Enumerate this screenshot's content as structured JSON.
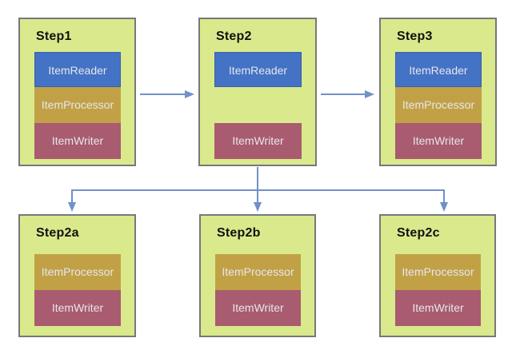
{
  "diagram": {
    "type": "flowchart",
    "steps": [
      {
        "label": "Step1",
        "reader": "ItemReader",
        "processor": "ItemProcessor",
        "writer": "ItemWriter"
      },
      {
        "label": "Step2",
        "reader": "ItemReader",
        "writer": "ItemWriter"
      },
      {
        "label": "Step3",
        "reader": "ItemReader",
        "processor": "ItemProcessor",
        "writer": "ItemWriter"
      },
      {
        "label": "Step2a",
        "processor": "ItemProcessor",
        "writer": "ItemWriter"
      },
      {
        "label": "Step2b",
        "processor": "ItemProcessor",
        "writer": "ItemWriter"
      },
      {
        "label": "Step2c",
        "processor": "ItemProcessor",
        "writer": "ItemWriter"
      }
    ],
    "connections": [
      {
        "from": "Step1",
        "to": "Step2"
      },
      {
        "from": "Step2",
        "to": "Step3"
      },
      {
        "from": "Step2",
        "to": "Step2a"
      },
      {
        "from": "Step2",
        "to": "Step2b"
      },
      {
        "from": "Step2",
        "to": "Step2c"
      }
    ],
    "colors": {
      "box-fill": "#d9e98c",
      "box-border": "#77787b",
      "reader": "#4472c4",
      "reader-border": "#3a62ad",
      "processor": "#c2a146",
      "writer": "#a95b70",
      "arrow": "#7191c7",
      "block-text": "#e4e7ee",
      "title-text": "#111111"
    }
  }
}
